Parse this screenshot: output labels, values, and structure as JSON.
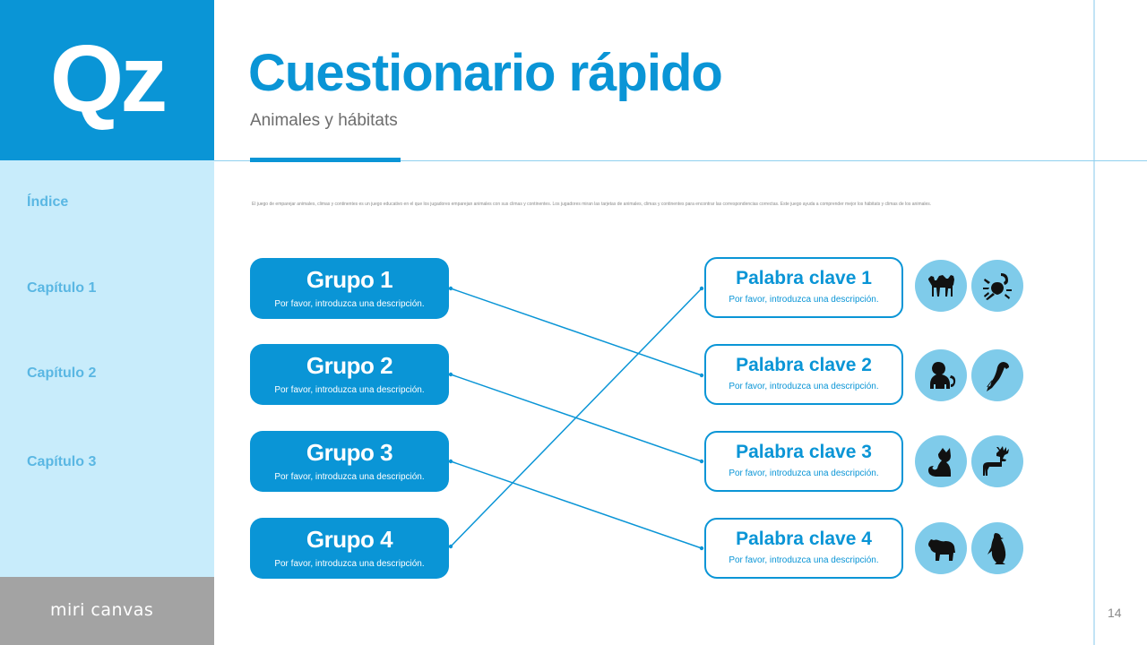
{
  "logo": {
    "text": "Qz"
  },
  "header": {
    "title": "Cuestionario rápido",
    "subtitle": "Animales y hábitats"
  },
  "sidebar": {
    "items": [
      {
        "label": "Índice"
      },
      {
        "label": "Capítulo 1"
      },
      {
        "label": "Capítulo 2"
      },
      {
        "label": "Capítulo 3"
      }
    ],
    "brand": "miri canvas"
  },
  "description": "El juego de emparejar animales, climas y continentes es un juego educativo en el que los jugadores emparejan animales con sus climas y continentes. Los jugadores miran las tarjetas de animales, climas y continentes para encontrar las correspondencias correctas. Este juego ayuda a comprender mejor los hábitats y climas de los animales.",
  "groups": [
    {
      "title": "Grupo 1",
      "desc": "Por favor, introduzca una descripción."
    },
    {
      "title": "Grupo 2",
      "desc": "Por favor, introduzca una descripción."
    },
    {
      "title": "Grupo 3",
      "desc": "Por favor, introduzca una descripción."
    },
    {
      "title": "Grupo 4",
      "desc": "Por favor, introduzca una descripción."
    }
  ],
  "keywords": [
    {
      "title": "Palabra clave 1",
      "desc": "Por favor, introduzca una descripción.",
      "icons": [
        "camel-icon",
        "scorpion-icon"
      ]
    },
    {
      "title": "Palabra clave 2",
      "desc": "Por favor, introduzca una descripción.",
      "icons": [
        "monkey-icon",
        "parrot-icon"
      ]
    },
    {
      "title": "Palabra clave 3",
      "desc": "Por favor, introduzca una descripción.",
      "icons": [
        "fox-icon",
        "deer-icon"
      ]
    },
    {
      "title": "Palabra clave 4",
      "desc": "Por favor, introduzca una descripción.",
      "icons": [
        "bear-icon",
        "penguin-icon"
      ]
    }
  ],
  "connections": [
    {
      "group": 1,
      "keyword": 2
    },
    {
      "group": 2,
      "keyword": 3
    },
    {
      "group": 3,
      "keyword": 4
    },
    {
      "group": 4,
      "keyword": 1
    }
  ],
  "page_number": "14",
  "colors": {
    "accent": "#0a95d6",
    "sidebar_bg": "#c8ecfb",
    "sidebar_text": "#5ab7e3",
    "icon_circle": "#7fcbea",
    "brand_bg": "#a3a3a3"
  }
}
